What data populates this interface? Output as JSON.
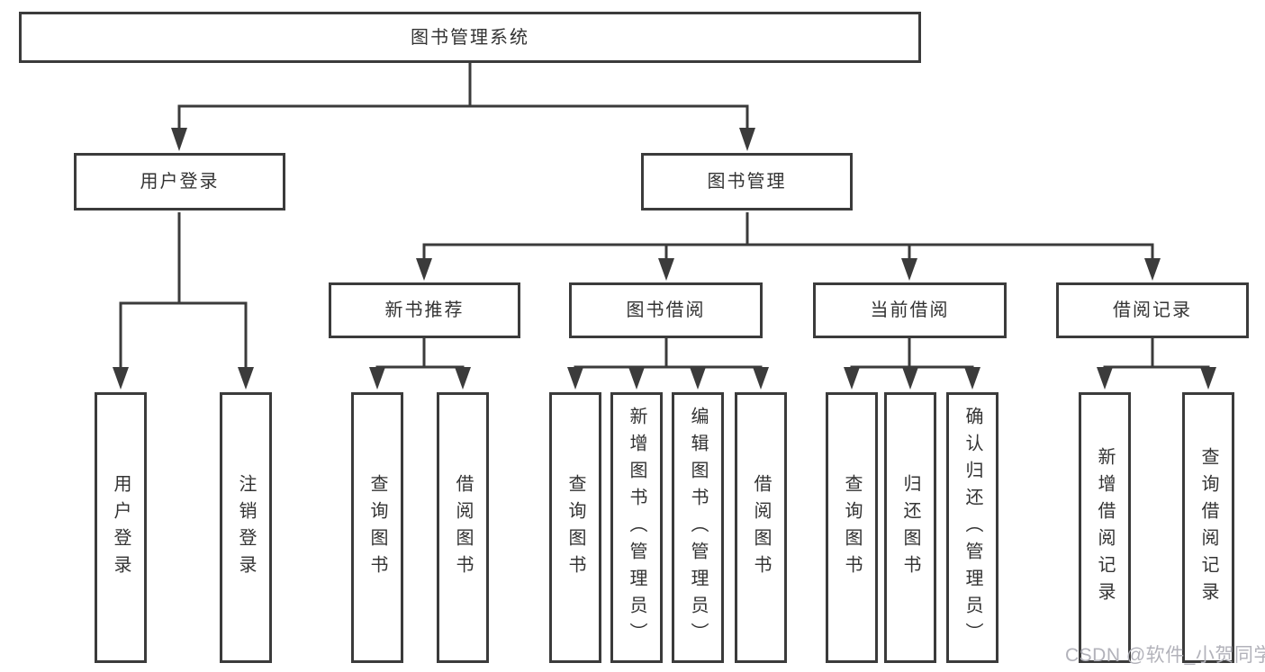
{
  "colors": {
    "line": "#3b3b3b",
    "box_border": "#3b3b3b",
    "text": "#333333",
    "background": "#ffffff",
    "watermark_text_color": "#b2b2ba"
  },
  "watermark": "CSDN @软件_小贺同学",
  "tree": {
    "root": {
      "label": "图书管理系统"
    },
    "branches": [
      {
        "label": "用户登录",
        "leaves": [
          {
            "label": "用户登录"
          },
          {
            "label": "注销登录"
          }
        ]
      },
      {
        "label": "图书管理",
        "groups": [
          {
            "label": "新书推荐",
            "leaves": [
              {
                "label": "查询图书"
              },
              {
                "label": "借阅图书"
              }
            ]
          },
          {
            "label": "图书借阅",
            "leaves": [
              {
                "label": "查询图书"
              },
              {
                "label": "新增图书（管理员）"
              },
              {
                "label": "编辑图书（管理员）"
              },
              {
                "label": "借阅图书"
              }
            ]
          },
          {
            "label": "当前借阅",
            "leaves": [
              {
                "label": "查询图书"
              },
              {
                "label": "归还图书"
              },
              {
                "label": "确认归还（管理员）"
              }
            ]
          },
          {
            "label": "借阅记录",
            "leaves": [
              {
                "label": "新增借阅记录"
              },
              {
                "label": "查询借阅记录"
              }
            ]
          }
        ]
      }
    ]
  }
}
